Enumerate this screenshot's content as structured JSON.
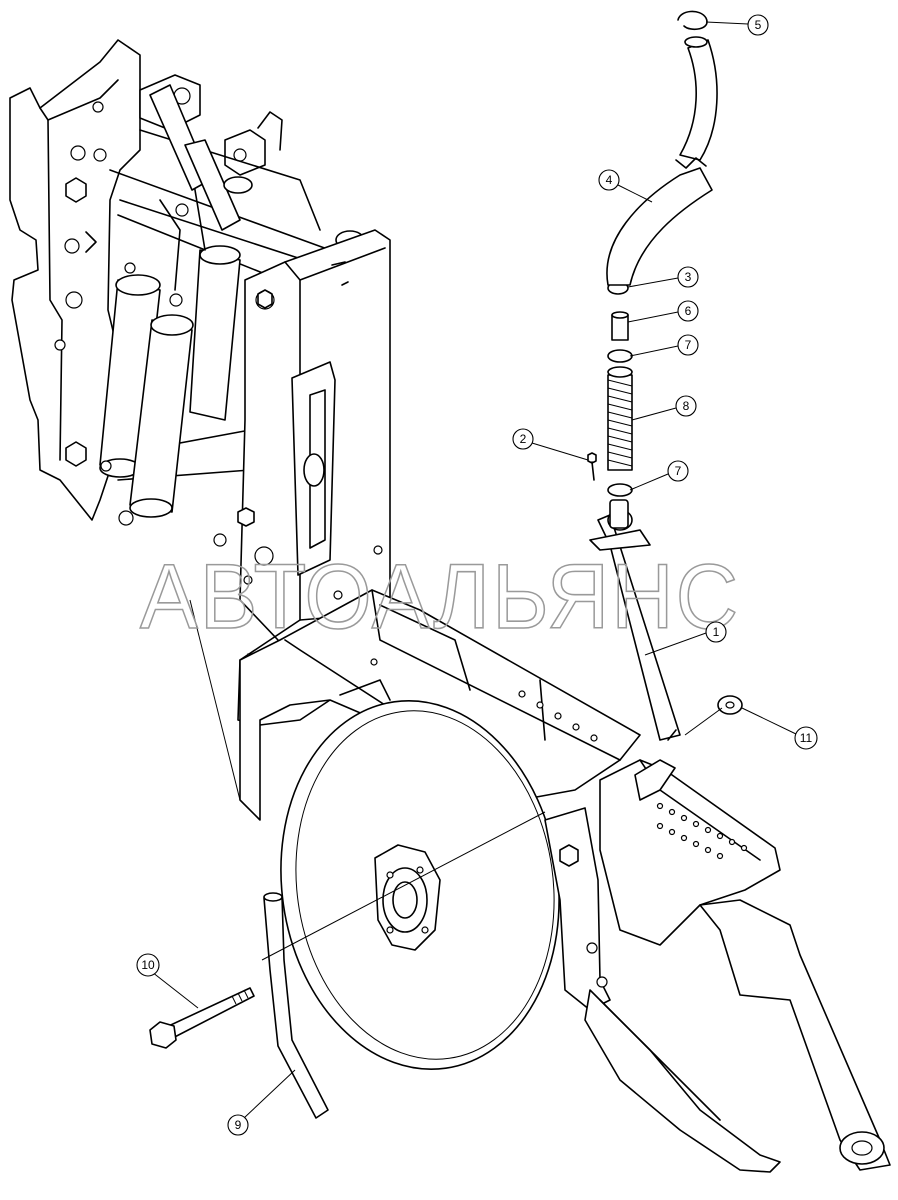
{
  "watermark": "АВТОАЛЬЯНС",
  "callouts": [
    {
      "id": "c1",
      "label": "1"
    },
    {
      "id": "c2",
      "label": "2"
    },
    {
      "id": "c3",
      "label": "3"
    },
    {
      "id": "c4",
      "label": "4"
    },
    {
      "id": "c5",
      "label": "5"
    },
    {
      "id": "c6",
      "label": "6"
    },
    {
      "id": "c7a",
      "label": "7"
    },
    {
      "id": "c7b",
      "label": "7"
    },
    {
      "id": "c8",
      "label": "8"
    },
    {
      "id": "c9",
      "label": "9"
    },
    {
      "id": "c10",
      "label": "10"
    },
    {
      "id": "c11",
      "label": "11"
    }
  ]
}
